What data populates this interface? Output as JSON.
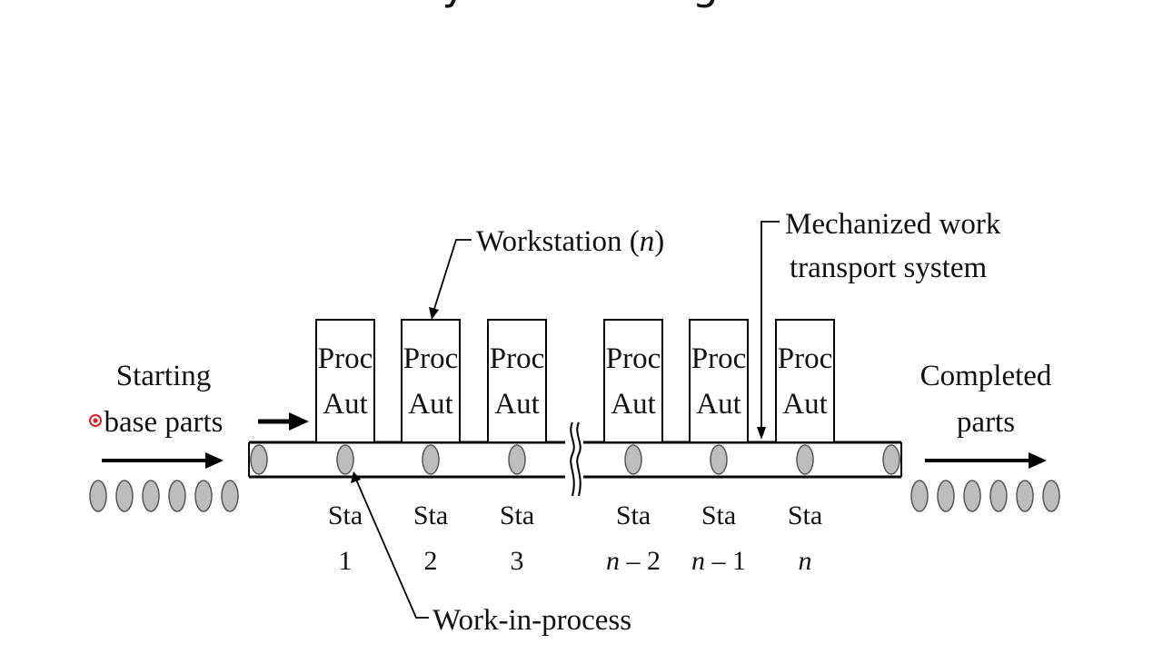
{
  "slide": {
    "title": "II. IMC System Configurations"
  },
  "diagram": {
    "labels": {
      "workstation_prefix": "Workstation (",
      "workstation_n": "n",
      "workstation_suffix": ")",
      "transport_line1": "Mechanized work",
      "transport_line2": "transport system",
      "starting_line1": "Starting",
      "starting_line2": "base parts",
      "completed_line1": "Completed",
      "completed_line2": "parts",
      "wip": "Work-in-process"
    },
    "stations": [
      {
        "top": "Proc",
        "bottom": "Aut",
        "sta": "Sta",
        "num_prefix": "",
        "num_italic": "",
        "num_suffix": "1"
      },
      {
        "top": "Proc",
        "bottom": "Aut",
        "sta": "Sta",
        "num_prefix": "",
        "num_italic": "",
        "num_suffix": "2"
      },
      {
        "top": "Proc",
        "bottom": "Aut",
        "sta": "Sta",
        "num_prefix": "",
        "num_italic": "",
        "num_suffix": "3"
      },
      {
        "top": "Proc",
        "bottom": "Aut",
        "sta": "Sta",
        "num_prefix": "",
        "num_italic": "n",
        "num_suffix": " – 2"
      },
      {
        "top": "Proc",
        "bottom": "Aut",
        "sta": "Sta",
        "num_prefix": "",
        "num_italic": "n",
        "num_suffix": " – 1"
      },
      {
        "top": "Proc",
        "bottom": "Aut",
        "sta": "Sta",
        "num_prefix": "",
        "num_italic": "n",
        "num_suffix": ""
      }
    ],
    "colors": {
      "part_fill": "#bdbdbd",
      "line": "#000000",
      "pointer_dot": "#e02020"
    }
  }
}
